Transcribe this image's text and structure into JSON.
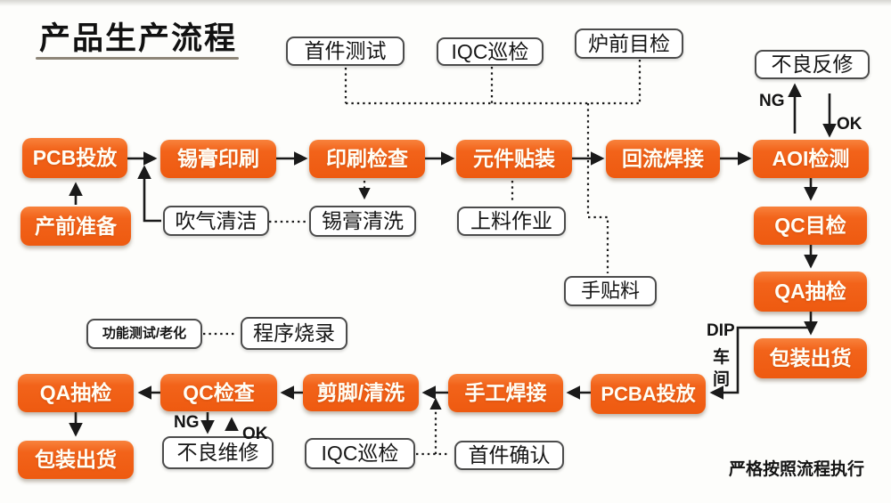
{
  "title": "产品生产流程",
  "footer_note": "严格按照流程执行",
  "labels": {
    "ng_top": "NG",
    "ok_top": "OK",
    "ng_bottom": "NG",
    "ok_bottom": "OK",
    "dip": "DIP",
    "dip_char1": "车",
    "dip_char2": "间"
  },
  "colors": {
    "process_box_orange": "#f2631a",
    "inspection_box_border": "#4c4c4c",
    "connector_line": "#1a1a1a"
  },
  "nodes": {
    "first_article_test": "首件测试",
    "iqc_patrol_top": "IQC巡检",
    "pre_furnace_visual": "炉前目检",
    "defect_rework": "不良反修",
    "pcb_feed": "PCB投放",
    "solder_paste_print": "锡膏印刷",
    "print_inspect": "印刷检查",
    "component_mount": "元件贴装",
    "reflow_solder": "回流焊接",
    "aoi_inspect": "AOI检测",
    "pre_production": "产前准备",
    "air_blow_clean": "吹气清洁",
    "solder_paste_clean": "锡膏清洗",
    "material_loading": "上料作业",
    "qc_visual": "QC目检",
    "qa_sampling_right": "QA抽检",
    "packing_shipping_right": "包装出货",
    "hand_placement": "手贴料",
    "function_test_aging": "功能测试/老化",
    "program_burning": "程序烧录",
    "qa_sampling_left": "QA抽检",
    "qc_inspect": "QC检查",
    "lead_cut_clean": "剪脚/清洗",
    "hand_solder": "手工焊接",
    "pcba_feed": "PCBA投放",
    "packing_shipping_left": "包装出货",
    "defect_repair": "不良维修",
    "iqc_patrol_bottom": "IQC巡检",
    "first_article_confirm": "首件确认"
  }
}
